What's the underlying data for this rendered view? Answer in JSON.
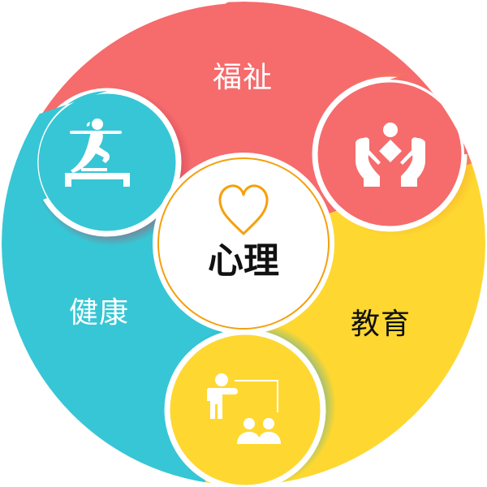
{
  "diagram": {
    "center": {
      "label": "心理",
      "icon": "heart-icon",
      "ring_color": "#F5A00B",
      "fill": "#FFFFFF"
    },
    "segments": [
      {
        "id": "welfare",
        "label": "福祉",
        "color": "#F66B6C",
        "text_color": "#FFFFFF",
        "icon": "caring-hands-icon"
      },
      {
        "id": "education",
        "label": "教育",
        "color": "#FED830",
        "text_color": "#111111",
        "icon": "teacher-presentation-icon"
      },
      {
        "id": "health",
        "label": "健康",
        "color": "#37C6D5",
        "text_color": "#FFFFFF",
        "icon": "yoga-pilates-icon"
      }
    ]
  }
}
